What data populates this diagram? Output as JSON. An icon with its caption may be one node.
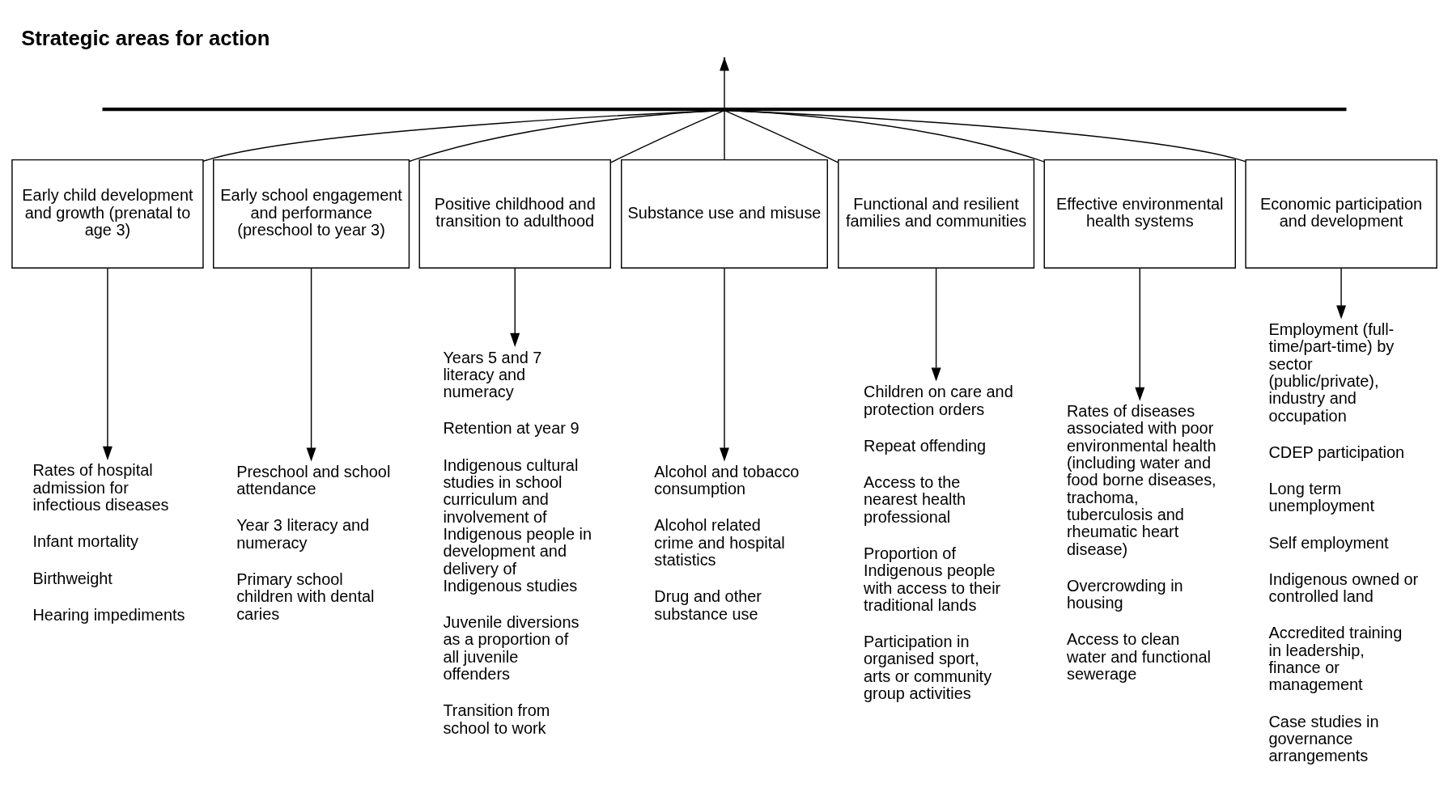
{
  "diagram": {
    "title": "Strategic areas for action",
    "nodes": [
      {
        "text": [
          "Early child development and growth (prenatal to age 3)"
        ]
      },
      {
        "text": [
          "Early school engagement and performance (preschool to year 3)"
        ]
      },
      {
        "text": [
          "Positive childhood and transition to adulthood"
        ]
      },
      {
        "text": [
          "Substance use and misuse"
        ]
      },
      {
        "text": [
          "Functional and resilient families and communities"
        ]
      },
      {
        "text": [
          "Effective environmental health systems"
        ]
      },
      {
        "text": [
          "Economic participation and development"
        ]
      },
      {
        "text": [
          "Rates of hospital admission for infectious diseases",
          "Infant mortality",
          "Birthweight",
          "Hearing impediments"
        ]
      },
      {
        "text": [
          "Preschool and school attendance",
          "Year 3 literacy and numeracy",
          "Primary school children with dental caries"
        ]
      },
      {
        "text": [
          "Years 5 and 7 literacy and numeracy",
          "Retention at year 9",
          "Indigenous cultural studies in school curriculum and involvement of Indigenous people in development and delivery of Indigenous studies",
          "Juvenile diversions as a proportion of all juvenile offenders",
          "Transition from school to work"
        ]
      },
      {
        "text": [
          "Alcohol and tobacco consumption",
          "Alcohol related crime and hospital statistics",
          "Drug and other substance use"
        ]
      },
      {
        "text": [
          "Children on care and protection orders",
          "Repeat offending",
          "Access to the nearest health professional",
          "Proportion of Indigenous people with access to their traditional lands",
          "Participation in organised sport, arts or community group activities"
        ]
      },
      {
        "text": [
          "Rates of diseases associated with poor environmental health (including water and food borne diseases, trachoma, tuberculosis and rheumatic heart disease)",
          "Overcrowding in housing",
          "Access to clean water and functional sewerage"
        ]
      },
      {
        "text": [
          "Employment (full-time/part-time) by sector (public/private), industry and occupation",
          "CDEP participation",
          "Long term unemployment",
          "Self employment",
          "Indigenous owned or controlled land",
          "Accredited training in leadership, finance or management",
          "Case studies in governance arrangements"
        ]
      },
      {
        "text": [],
        "shape": "bar"
      }
    ],
    "edges": [
      {
        "from": 14,
        "to": null,
        "arrow": "to"
      },
      {
        "from": 0,
        "to": 14,
        "arrow": "none"
      },
      {
        "from": 1,
        "to": 14,
        "arrow": "none"
      },
      {
        "from": 2,
        "to": 14,
        "arrow": "none"
      },
      {
        "from": 3,
        "to": 14,
        "arrow": "none"
      },
      {
        "from": 4,
        "to": 14,
        "arrow": "none"
      },
      {
        "from": 5,
        "to": 14,
        "arrow": "none"
      },
      {
        "from": 6,
        "to": 14,
        "arrow": "none"
      },
      {
        "from": 0,
        "to": 7,
        "arrow": "to"
      },
      {
        "from": 1,
        "to": 8,
        "arrow": "to"
      },
      {
        "from": 2,
        "to": 9,
        "arrow": "to"
      },
      {
        "from": 3,
        "to": 10,
        "arrow": "to"
      },
      {
        "from": 4,
        "to": 11,
        "arrow": "to"
      },
      {
        "from": 5,
        "to": 12,
        "arrow": "to"
      },
      {
        "from": 6,
        "to": 13,
        "arrow": "to"
      }
    ]
  }
}
